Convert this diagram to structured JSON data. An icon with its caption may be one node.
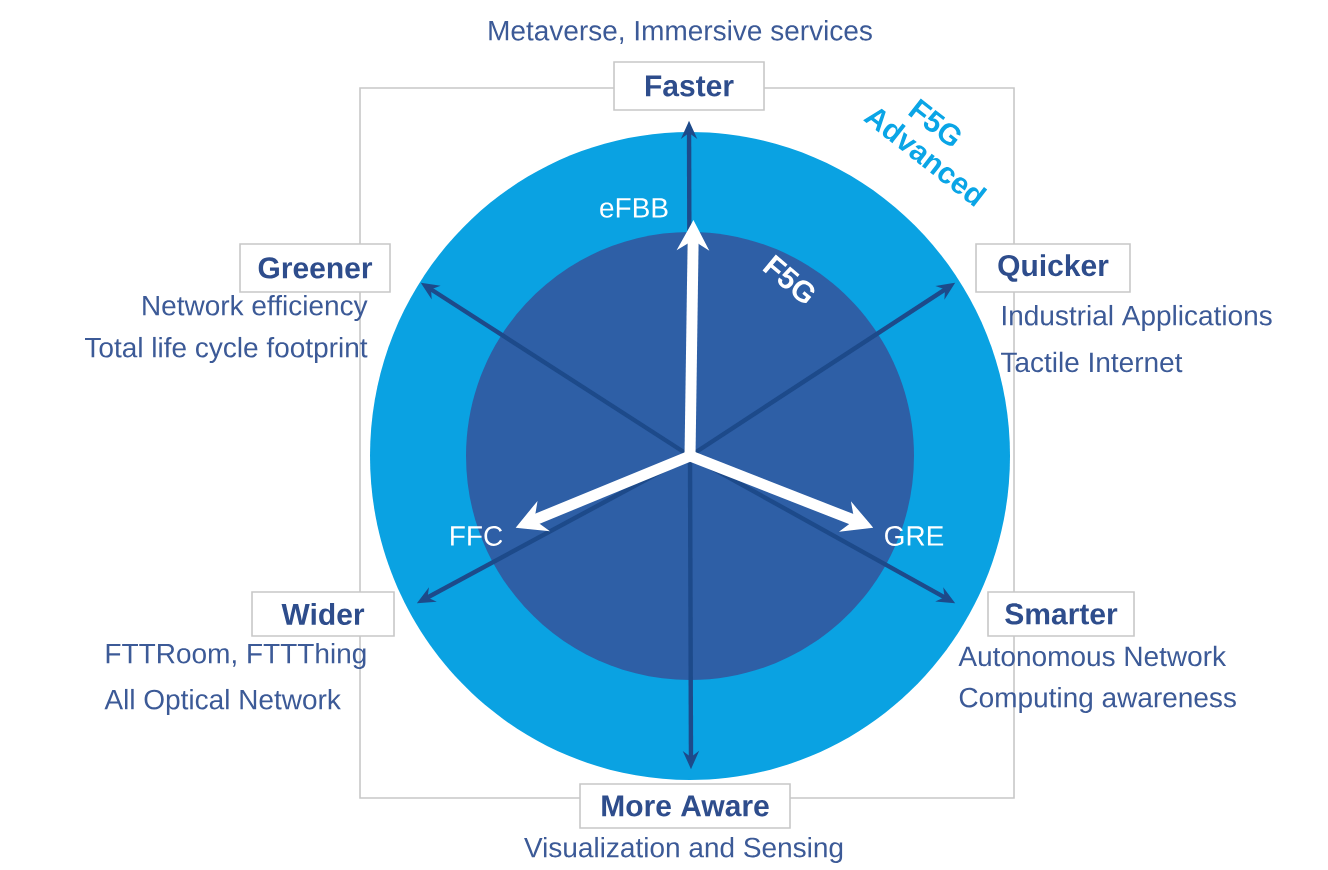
{
  "diagram": {
    "nodes": [
      {
        "text": [
          "F5G Advanced"
        ]
      },
      {
        "text": [
          "F5G"
        ],
        "in": 0
      },
      {
        "text": [
          "Faster"
        ],
        "beside": [
          "Metaverse, Immersive services"
        ]
      },
      {
        "text": [
          "Greener"
        ],
        "beside": [
          "Network efficiency",
          "Total life cycle footprint"
        ]
      },
      {
        "text": [
          "Quicker"
        ],
        "beside": [
          "Industrial Applications",
          "Tactile Internet"
        ]
      },
      {
        "text": [
          "Wider"
        ],
        "beside": [
          "FTTRoom, FTTThing",
          "All Optical Network"
        ]
      },
      {
        "text": [
          "Smarter"
        ],
        "beside": [
          "Autonomous Network",
          "Computing awareness"
        ]
      },
      {
        "text": [
          "More Aware"
        ],
        "beside": [
          "Visualization and Sensing"
        ]
      },
      {
        "text": [
          "eFBB"
        ],
        "in": 0
      },
      {
        "text": [
          "FFC"
        ],
        "in": 1
      },
      {
        "text": [
          "GRE"
        ],
        "in": 1
      }
    ],
    "edges": [
      {
        "from": null,
        "to": 2,
        "arrow": "to"
      },
      {
        "from": null,
        "to": 3,
        "arrow": "to"
      },
      {
        "from": null,
        "to": 4,
        "arrow": "to"
      },
      {
        "from": null,
        "to": 5,
        "arrow": "to"
      },
      {
        "from": null,
        "to": 6,
        "arrow": "to"
      },
      {
        "from": null,
        "to": 7,
        "arrow": "to"
      },
      {
        "from": null,
        "to": 8,
        "arrow": "to",
        "style": "thick",
        "color": "#ffffff"
      },
      {
        "from": null,
        "to": 9,
        "arrow": "to",
        "style": "thick",
        "color": "#ffffff"
      },
      {
        "from": null,
        "to": 10,
        "arrow": "to",
        "style": "thick",
        "color": "#ffffff"
      }
    ]
  }
}
